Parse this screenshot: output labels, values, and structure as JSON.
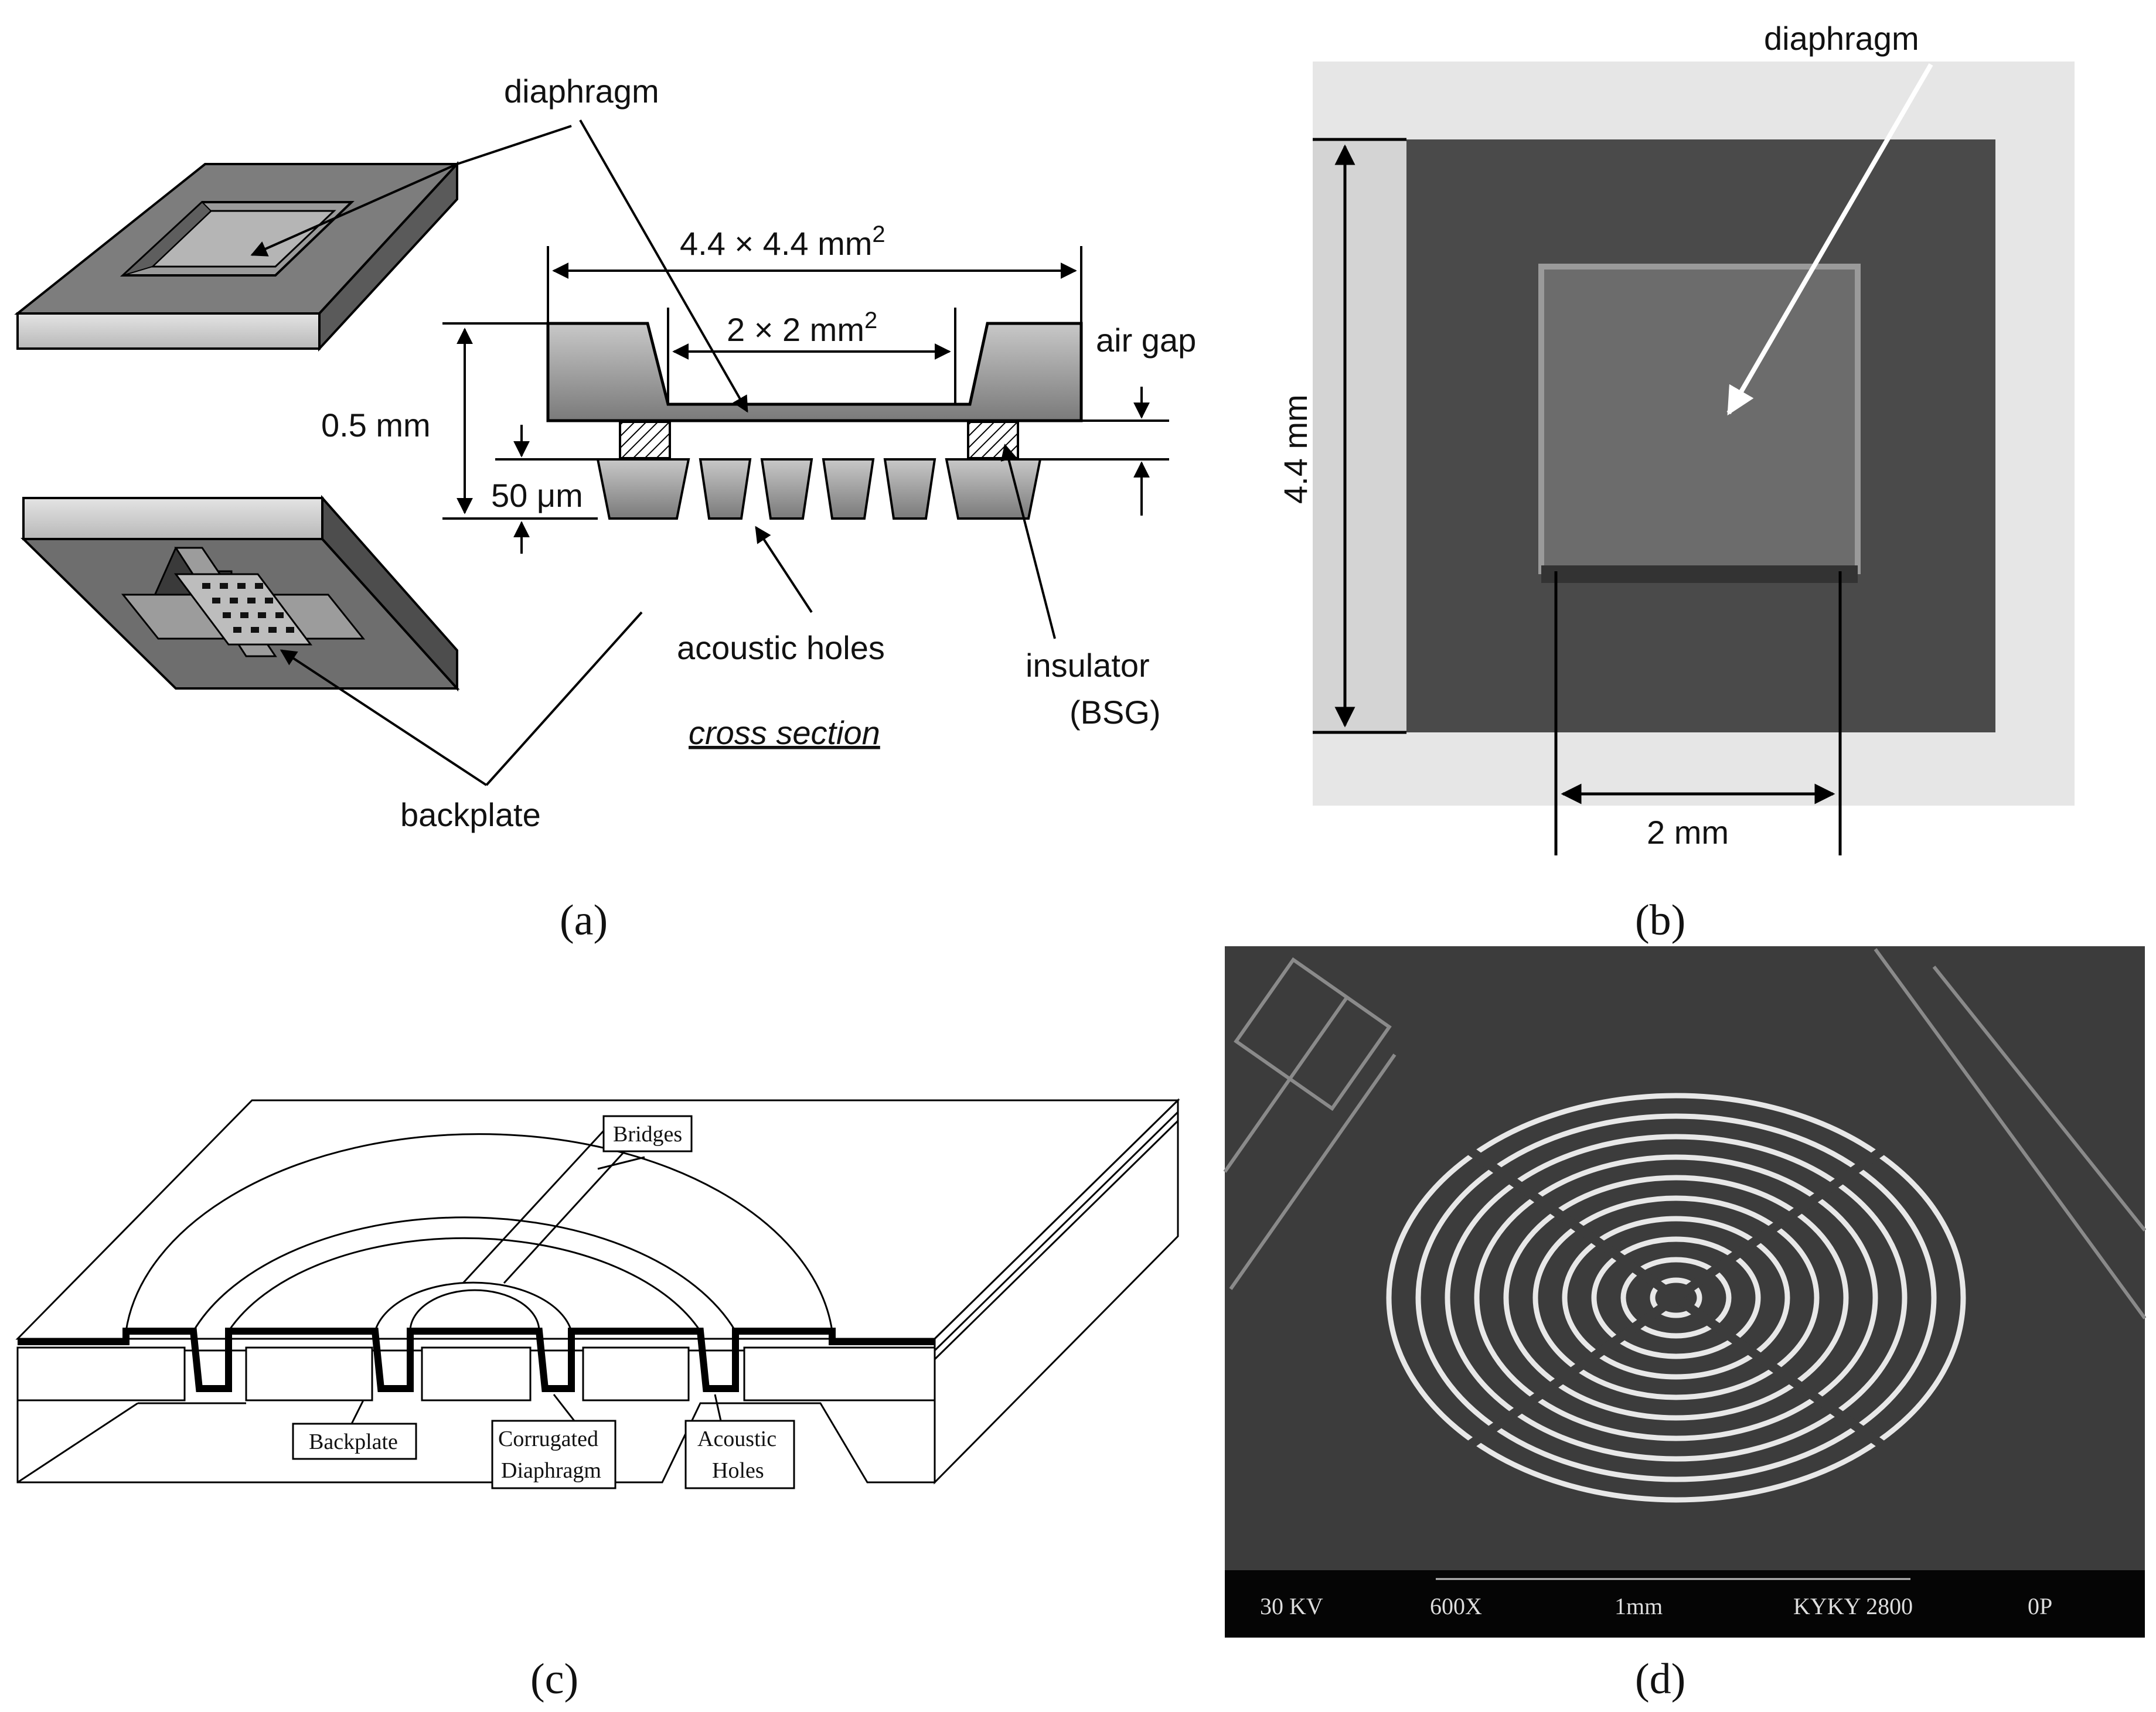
{
  "panel_a": {
    "diaphragm": "diaphragm",
    "width_label": "4.4 × 4.4 mm",
    "width_sup": "2",
    "inner_label": "2 × 2 mm",
    "inner_sup": "2",
    "air_gap": "air gap",
    "thickness": "0.5 mm",
    "backplate_thickness": "50 μm",
    "acoustic_holes": "acoustic holes",
    "insulator": "insulator",
    "insulator_sub": "(BSG)",
    "cross_section": "cross section",
    "backplate": "backplate",
    "caption": "(a)"
  },
  "panel_b": {
    "diaphragm": "diaphragm",
    "height": "4.4 mm",
    "width": "2 mm",
    "caption": "(b)"
  },
  "panel_c": {
    "bridges": "Bridges",
    "backplate": "Backplate",
    "corrugated_1": "Corrugated",
    "corrugated_2": "Diaphragm",
    "acoustic_1": "Acoustic",
    "acoustic_2": "Holes",
    "caption": "(c)"
  },
  "panel_d": {
    "kv": "30 KV",
    "mag": "600X",
    "scale": "1mm",
    "instrument": "KYKY 2800",
    "id": "0P",
    "caption": "(d)"
  }
}
